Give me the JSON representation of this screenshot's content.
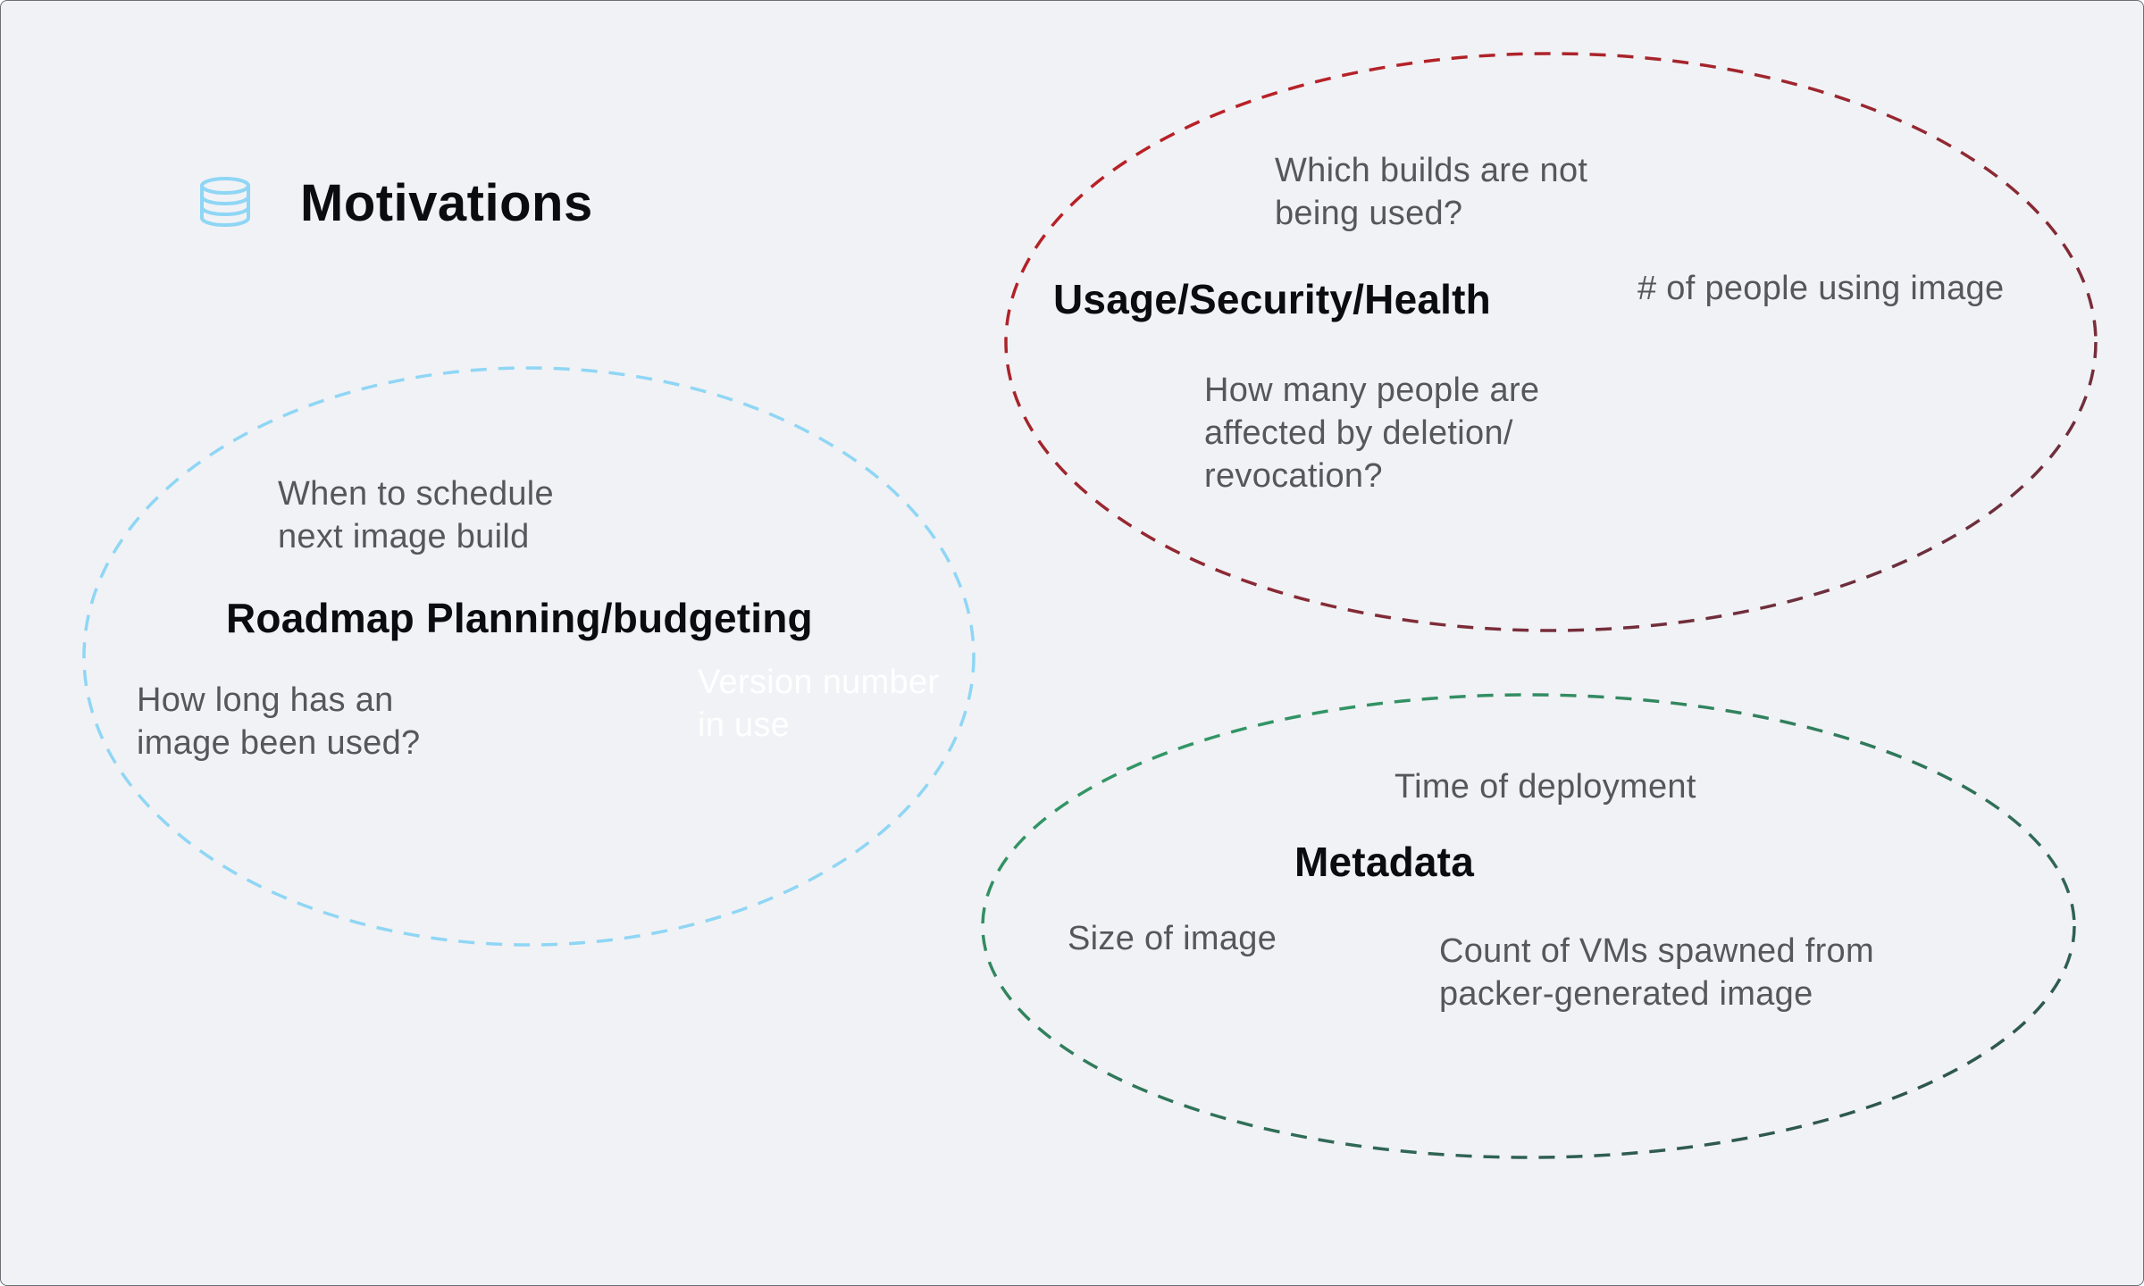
{
  "title": "Motivations",
  "icon": "database-icon",
  "colors": {
    "background": "#f1f2f5",
    "roadmap_outline": "#8fd6f5",
    "usage_outline_start": "#c81e22",
    "usage_outline_end": "#5c3242",
    "metadata_outline_start": "#33a36b",
    "metadata_outline_end": "#2e4a4a"
  },
  "groups": {
    "roadmap": {
      "heading": "Roadmap Planning/budgeting",
      "notes": {
        "schedule": "When to schedule\nnext image build",
        "how_long": "How long has an\nimage been used?",
        "version": "Version number\nin use"
      }
    },
    "usage": {
      "heading": "Usage/Security/Health",
      "notes": {
        "builds_unused": "Which builds are not\nbeing used?",
        "people_using": "# of people using image",
        "affected": "How many people are\naffected by deletion/\nrevocation?"
      }
    },
    "metadata": {
      "heading": "Metadata",
      "notes": {
        "deployment_time": "Time of deployment",
        "size": "Size of image",
        "vm_count": "Count of VMs spawned from\npacker-generated image"
      }
    }
  }
}
